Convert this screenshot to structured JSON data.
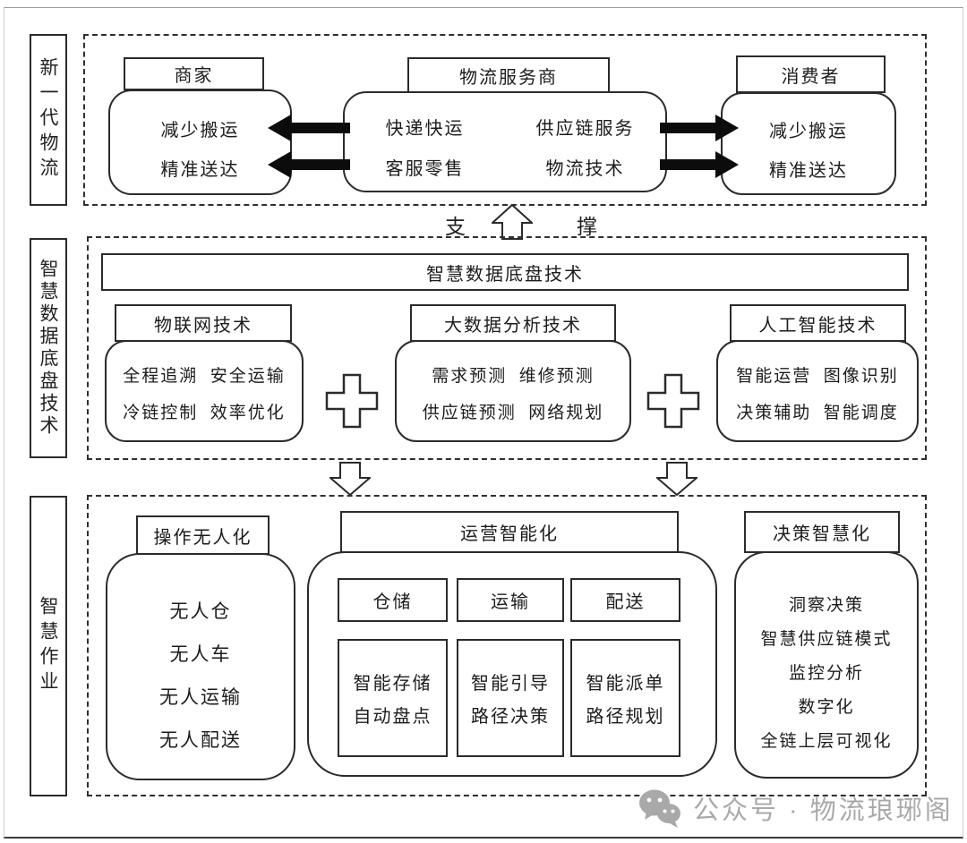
{
  "palette": {
    "line": "#2b2b2b",
    "text": "#1c1c1c",
    "watermark_gray": "#a9a9a9",
    "background": "#ffffff"
  },
  "top_section": {
    "side_label": "新一代物流",
    "merchant": {
      "title": "商家",
      "items": [
        "减少搬运",
        "精准送达"
      ]
    },
    "provider": {
      "title": "物流服务商",
      "cells": [
        "快递快运",
        "供应链服务",
        "客服零售",
        "物流技术"
      ]
    },
    "consumer": {
      "title": "消费者",
      "items": [
        "减少搬运",
        "精准送达"
      ]
    }
  },
  "support_band": {
    "left_char": "支",
    "right_char": "撑"
  },
  "middle_section": {
    "side_label": "智慧数据底盘技术",
    "banner": "智慧数据底盘技术",
    "iot": {
      "title": "物联网技术",
      "lines": [
        "全程追溯  安全运输",
        "冷链控制  效率优化"
      ]
    },
    "bigdata": {
      "title": "大数据分析技术",
      "lines": [
        "需求预测  维修预测",
        "供应链预测  网络规划"
      ]
    },
    "ai": {
      "title": "人工智能技术",
      "lines": [
        "智能运营  图像识别",
        "决策辅助  智能调度"
      ]
    }
  },
  "bottom_section": {
    "side_label": "智慧作业",
    "unmanned": {
      "title": "操作无人化",
      "items": [
        "无人仓",
        "无人车",
        "无人运输",
        "无人配送"
      ]
    },
    "operations": {
      "title": "运营智能化",
      "columns": [
        {
          "header": "仓储",
          "line1": "智能存储",
          "line2": "自动盘点"
        },
        {
          "header": "运输",
          "line1": "智能引导",
          "line2": "路径决策"
        },
        {
          "header": "配送",
          "line1": "智能派单",
          "line2": "路径规划"
        }
      ]
    },
    "decision": {
      "title": "决策智慧化",
      "items": [
        "洞察决策",
        "智慧供应链模式",
        "监控分析",
        "数字化",
        "全链上层可视化"
      ]
    }
  },
  "watermark": {
    "text": "公众号 · 物流琅琊阁",
    "icon": "wechat-icon"
  }
}
